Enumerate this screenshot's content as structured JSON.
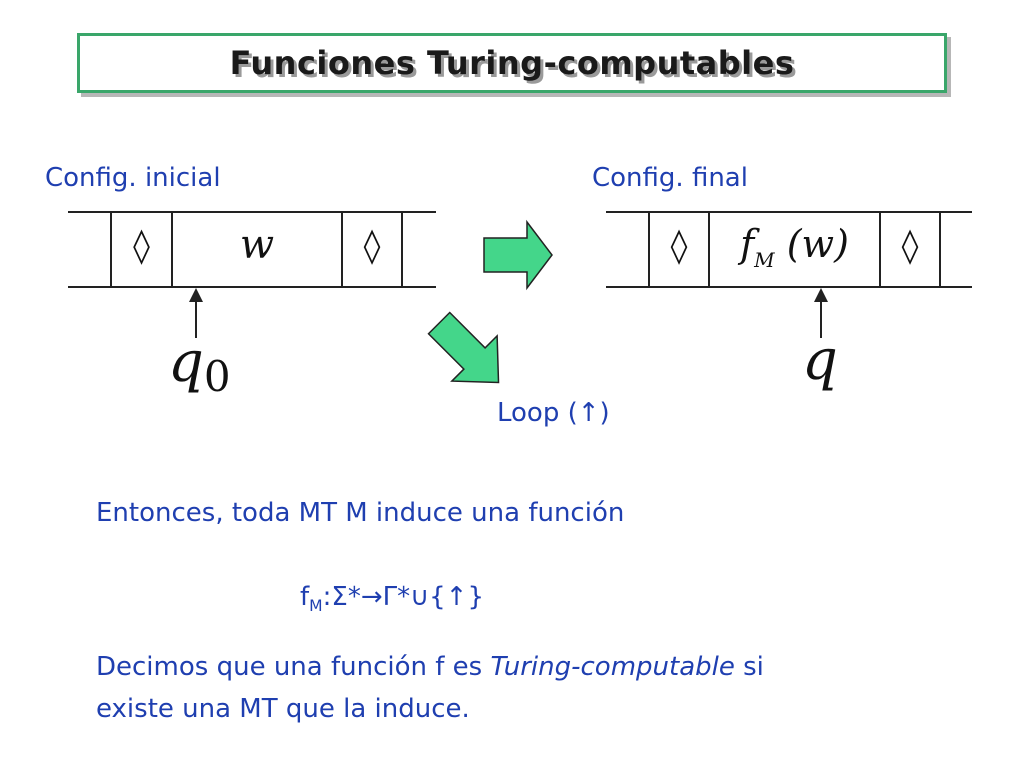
{
  "title": "Funciones Turing-computables",
  "config_inicial": {
    "label": "Config. inicial",
    "cells": [
      "◊",
      "w",
      "◊"
    ],
    "state_letter": "q",
    "state_sub": "0"
  },
  "config_final": {
    "label": "Config. final",
    "cells": [
      "◊",
      "◊"
    ],
    "f_letter": "f",
    "f_sub": "M",
    "f_arg": "(w)",
    "state_letter": "q"
  },
  "loop_label": "Loop (↑)",
  "line1": "Entonces, toda MT M induce una función",
  "func": {
    "name": "f",
    "sub": "M",
    "signature": ":Σ*→Γ*∪{↑}"
  },
  "line2": {
    "before": "Decimos que una función f es ",
    "emph": "Turing-computable",
    "after": " si",
    "line2b": "existe una MT que la induce."
  },
  "colors": {
    "text_blue": "#1f3fb0",
    "frame_green": "#3aa66a",
    "arrow_fill": "#44d68a"
  }
}
